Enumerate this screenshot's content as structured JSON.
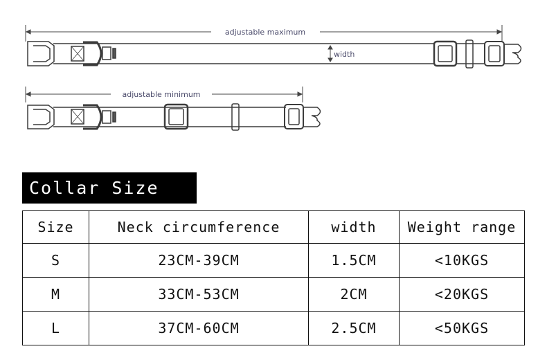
{
  "diagram": {
    "max_label": "adjustable maximum",
    "min_label": "adjustable minimum",
    "width_label": "width"
  },
  "section_title": "Collar Size",
  "table": {
    "headers": [
      "Size",
      "Neck circumference",
      "width",
      "Weight range"
    ],
    "rows": [
      [
        "S",
        "23CM-39CM",
        "1.5CM",
        "<10KGS"
      ],
      [
        "M",
        "33CM-53CM",
        "2CM",
        "<20KGS"
      ],
      [
        "L",
        "37CM-60CM",
        "2.5CM",
        "<50KGS"
      ]
    ]
  },
  "colors": {
    "line": "#3c3c3c",
    "title_bg": "#000000",
    "title_text": "#ffffff"
  }
}
